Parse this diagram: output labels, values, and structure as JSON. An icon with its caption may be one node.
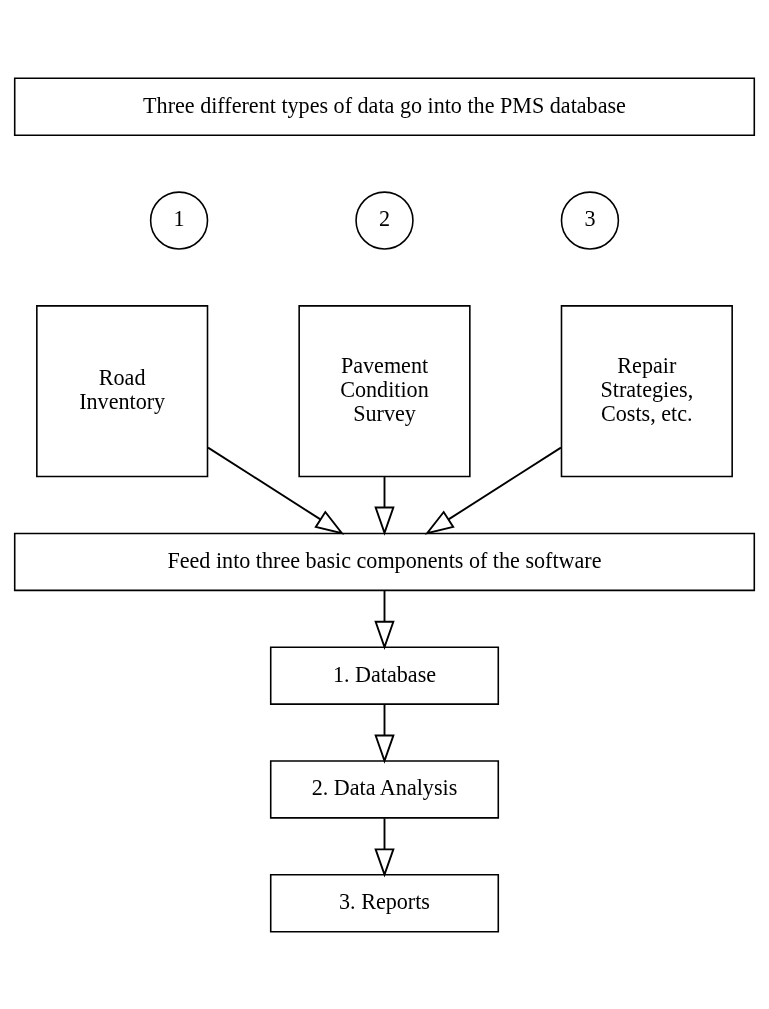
{
  "diagram": {
    "nodes": [
      {
        "text": [
          "Three different types of data go into the PMS database"
        ]
      },
      {
        "text": [
          "1"
        ]
      },
      {
        "text": [
          "Road Inventory"
        ]
      },
      {
        "text": [
          "2"
        ]
      },
      {
        "text": [
          "Pavement Condition Survey"
        ]
      },
      {
        "text": [
          "3"
        ]
      },
      {
        "text": [
          "Repair Strategies, Costs, etc."
        ]
      },
      {
        "text": [
          "Feed into three basic components of the software"
        ]
      },
      {
        "text": [
          "1. Database"
        ]
      },
      {
        "text": [
          "2. Data Analysis"
        ]
      },
      {
        "text": [
          "3. Reports"
        ]
      }
    ],
    "edges": [
      {
        "from": 2,
        "to": 7,
        "arrow": "to"
      },
      {
        "from": 4,
        "to": 7,
        "arrow": "to"
      },
      {
        "from": 6,
        "to": 7,
        "arrow": "to"
      },
      {
        "from": 7,
        "to": 8,
        "arrow": "to"
      },
      {
        "from": 8,
        "to": 9,
        "arrow": "to"
      },
      {
        "from": 9,
        "to": 10,
        "arrow": "to"
      }
    ]
  }
}
